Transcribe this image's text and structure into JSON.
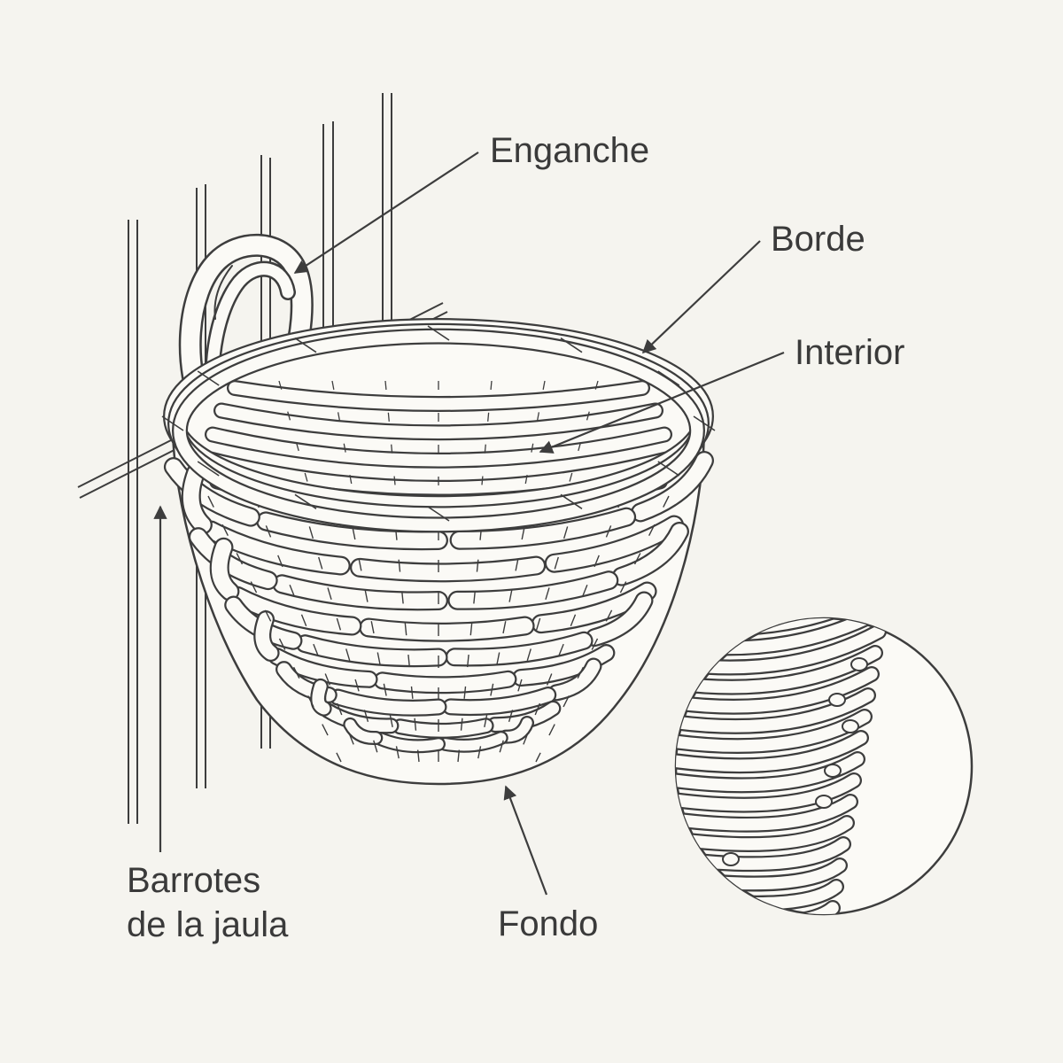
{
  "labels": {
    "hook": "Enganche",
    "rim": "Borde",
    "interior": "Interior",
    "bars_line1": "Barrotes",
    "bars_line2": "de la jaula",
    "bottom": "Fondo"
  },
  "colors": {
    "background": "#f5f4ef",
    "line": "#3d3d3d",
    "fill": "#fbfaf6",
    "text": "#3a3a3a"
  }
}
